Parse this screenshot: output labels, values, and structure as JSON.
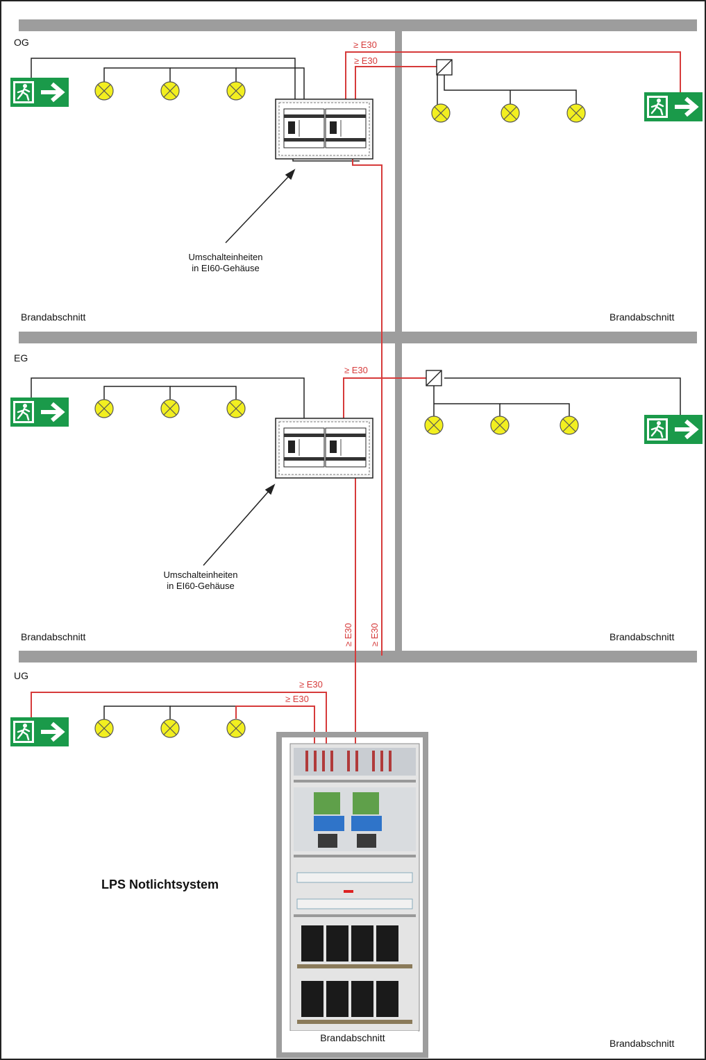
{
  "floors": {
    "og": "OG",
    "eg": "EG",
    "ug": "UG"
  },
  "fire_sections": {
    "og_left": "Brandabschnitt",
    "og_right": "Brandabschnitt",
    "eg_left": "Brandabschnitt",
    "eg_right": "Brandabschnitt",
    "ug_cabinet": "Brandabschnitt",
    "ug_right": "Brandabschnitt"
  },
  "cable_labels": {
    "og_1": "≥ E30",
    "og_2": "≥ E30",
    "eg_1": "≥ E30",
    "riser_1": "≥ E30",
    "riser_2": "≥ E30",
    "ug_1": "≥ E30",
    "ug_2": "≥ E30"
  },
  "callouts": {
    "og_line1": "Umschalteinheiten",
    "og_line2": "in EI60-Gehäuse",
    "eg_line1": "Umschalteinheiten",
    "eg_line2": "in EI60-Gehäuse"
  },
  "system_title": "LPS Notlichtsystem",
  "colors": {
    "wall": "#9d9d9d",
    "cable_red": "#d63a3a",
    "exit_sign_green": "#1a9a4a",
    "lamp_yellow": "#f2ef20"
  },
  "icons": [
    "exit-sign-icon",
    "lamp-icon",
    "converter-icon",
    "switch-unit-icon",
    "battery-cabinet-icon"
  ]
}
